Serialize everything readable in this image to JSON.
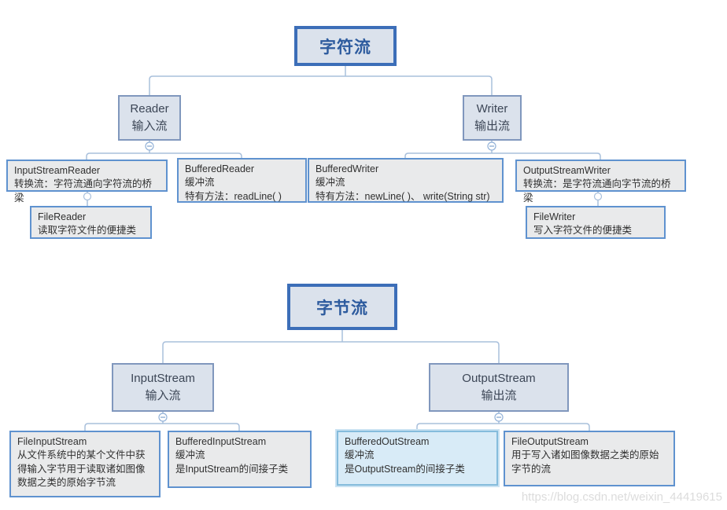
{
  "watermark": "https://blog.csdn.net/weixin_44419615",
  "colors": {
    "root_border": "#3c6eb8",
    "node_fill": "#dbe2ec",
    "leaf_fill": "#e9eaeb",
    "leaf_border": "#5f92cf",
    "highlight_fill": "#d8ebf7",
    "connector": "#a9c0dc",
    "root_text": "#2d5b9e"
  },
  "char_tree": {
    "root": "字符流",
    "reader": {
      "title": "Reader",
      "subtitle": "输入流"
    },
    "writer": {
      "title": "Writer",
      "subtitle": "输出流"
    },
    "input_stream_reader": {
      "name": "InputStreamReader",
      "desc": "转换流：字符流通向字符流的桥梁"
    },
    "buffered_reader": {
      "name": "BufferedReader",
      "line2": "缓冲流",
      "line3": "特有方法：readLine( )"
    },
    "file_reader": {
      "name": "FileReader",
      "desc": "读取字符文件的便捷类"
    },
    "buffered_writer": {
      "name": "BufferedWriter",
      "line2": "缓冲流",
      "line3": "特有方法：newLine( )、 write(String str)"
    },
    "output_stream_writer": {
      "name": "OutputStreamWriter",
      "desc": "转换流：是字符流通向字节流的桥梁"
    },
    "file_writer": {
      "name": "FileWriter",
      "desc": "写入字符文件的便捷类"
    }
  },
  "byte_tree": {
    "root": "字节流",
    "input_stream": {
      "title": "InputStream",
      "subtitle": "输入流"
    },
    "output_stream": {
      "title": "OutputStream",
      "subtitle": "输出流"
    },
    "file_input_stream": {
      "name": "FileInputStream",
      "desc": "从文件系统中的某个文件中获得输入字节用于读取诸如图像数据之类的原始字节流"
    },
    "buffered_input_stream": {
      "name": "BufferedInputStream",
      "line2": "缓冲流",
      "line3": "是InputStream的间接子类"
    },
    "buffered_out_stream": {
      "name": "BufferedOutStream",
      "line2": "缓冲流",
      "line3": "是OutputStream的间接子类"
    },
    "file_output_stream": {
      "name": "FileOutputStream",
      "desc": "用于写入诸如图像数据之类的原始字节的流"
    }
  }
}
